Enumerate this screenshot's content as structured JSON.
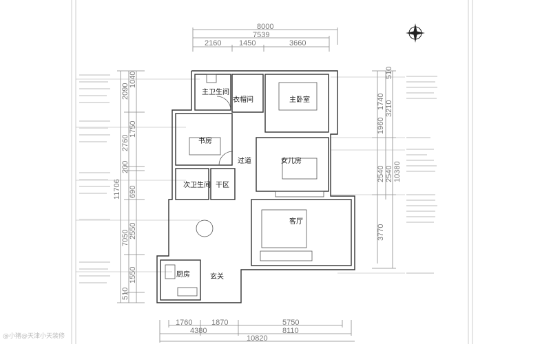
{
  "dimensions": {
    "top": {
      "total": "8000",
      "inner": "7539",
      "segments": [
        "2160",
        "1450",
        "3660"
      ]
    },
    "left": {
      "total": "11706",
      "outer": [
        "2090",
        "2760",
        "200",
        "7050",
        "510"
      ],
      "inner": [
        "1040",
        "1750",
        "690",
        "2550",
        "1550"
      ]
    },
    "right": {
      "outer": [
        "510",
        "3210",
        "10380"
      ],
      "inner": [
        "1740",
        "1960",
        "2540",
        "2540",
        "3770"
      ]
    },
    "bottom": {
      "segments": [
        "1760",
        "1870",
        "5750"
      ],
      "mid": [
        "4380",
        "8110"
      ],
      "total": "10820"
    }
  },
  "rooms": {
    "master_bath": "主卫生间",
    "closet": "衣帽间",
    "master_bedroom": "主卧室",
    "study": "书房",
    "corridor": "过道",
    "daughter_room": "女儿房",
    "second_bath": "次卫生间",
    "dry_area": "干区",
    "living_room": "客厅",
    "kitchen": "厨房",
    "entrance": "玄关"
  },
  "watermark": "@小猪@天津小天装修",
  "colors": {
    "wall": "#333333",
    "dim": "#777777",
    "frame": "#cccccc"
  }
}
